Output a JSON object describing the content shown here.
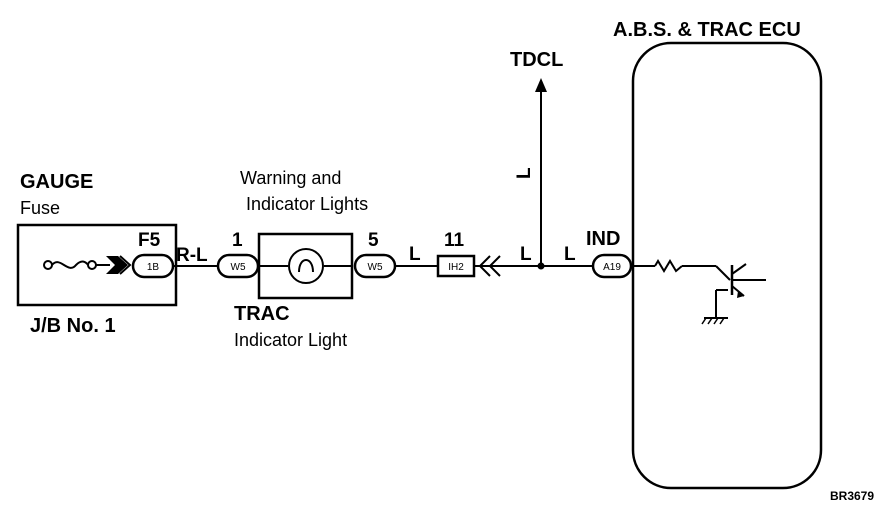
{
  "ecu": {
    "title": "A.B.S. & TRAC ECU",
    "terminal": "IND",
    "connector": "A19"
  },
  "tdcl": {
    "label": "TDCL",
    "wire": "L"
  },
  "fuse": {
    "name": "GAUGE",
    "type": "Fuse",
    "junction": "J/B No. 1",
    "terminal": "F5",
    "connector": "1B"
  },
  "lamp": {
    "group": [
      "Warning and",
      "Indicator Lights"
    ],
    "name": [
      "TRAC",
      "Indicator Light"
    ],
    "pin_in": "1",
    "pin_out": "5",
    "conn_in": "W5",
    "conn_out": "W5"
  },
  "junction_conn": {
    "pin": "11",
    "connector": "IH2"
  },
  "wires": {
    "fuse_to_lamp": "R-L",
    "lamp_to_junction": "L",
    "junction_to_splice": "L",
    "splice_to_ecu": "L"
  },
  "ref": "BR3679"
}
